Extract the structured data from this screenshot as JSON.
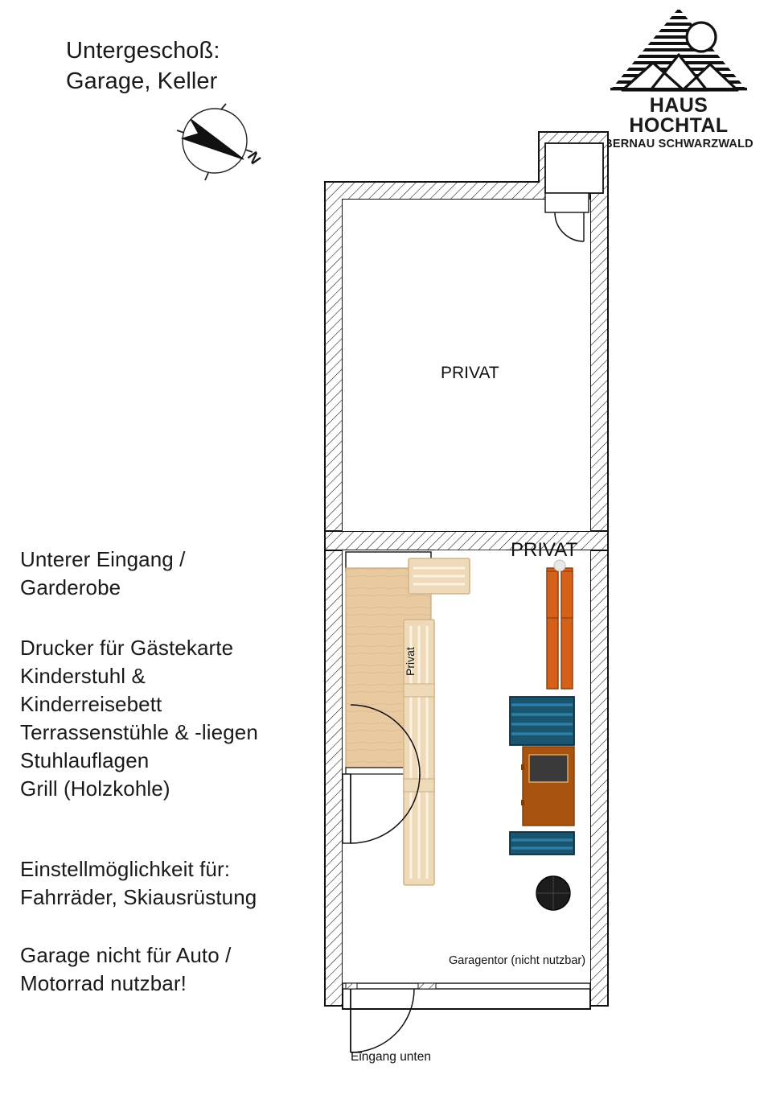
{
  "page": {
    "title_line1": "Untergeschoß:",
    "title_line2": "Garage, Keller",
    "title": "Untergeschoß:\nGarage, Keller"
  },
  "logo": {
    "name": "HAUS HOCHTAL",
    "subtitle": "BERNAU   SCHWARZWALD",
    "mark": "mountain-sun-logo"
  },
  "compass": {
    "north_letter": "N",
    "icon": "compass-rose-icon"
  },
  "notes": {
    "entrance": "Unterer Eingang /\nGarderobe",
    "equipment": "Drucker für Gästekarte\nKinderstuhl &\nKinderreisebett\nTerrassenstühle & -liegen\nStuhlauflagen\nGrill (Holzkohle)",
    "storage": "Einstellmöglichkeit für:\nFahrräder, Skiausrüstung",
    "warning": "Garage nicht für Auto /\nMotorrad nutzbar!"
  },
  "plan": {
    "labels": {
      "privat_upper": "PRIVAT",
      "privat_lower": "PRIVAT",
      "privat_vertical": "Privat",
      "garagentor": "Garagentor (nicht nutzbar)",
      "eingang_unten": "Eingang unten"
    },
    "rooms": [
      {
        "name": "privat-cellar",
        "label": "PRIVAT"
      },
      {
        "name": "garage",
        "label": ""
      }
    ],
    "furniture": [
      {
        "name": "storage-block-left",
        "color": "#e8c9a0"
      },
      {
        "name": "shelf-top-middle",
        "color": "#eed9b8"
      },
      {
        "name": "shelf-privat-vertical",
        "color": "#eed9b8"
      },
      {
        "name": "skis-orange",
        "color": "#d4601a"
      },
      {
        "name": "stacked-chairs-upper",
        "color": "#1a5570"
      },
      {
        "name": "cabinet-brown",
        "color": "#a85410"
      },
      {
        "name": "stacked-chairs-lower",
        "color": "#1a5570"
      },
      {
        "name": "grill-round",
        "color": "#1c1c1c"
      }
    ],
    "colors": {
      "wall_hatch": "#111111",
      "wall_fill": "#ffffff",
      "wood": "#e8c9a0",
      "wood_light": "#eed9b8",
      "orange": "#d4601a",
      "blue": "#1a5570",
      "brown": "#a85410",
      "grill": "#1c1c1c"
    }
  }
}
